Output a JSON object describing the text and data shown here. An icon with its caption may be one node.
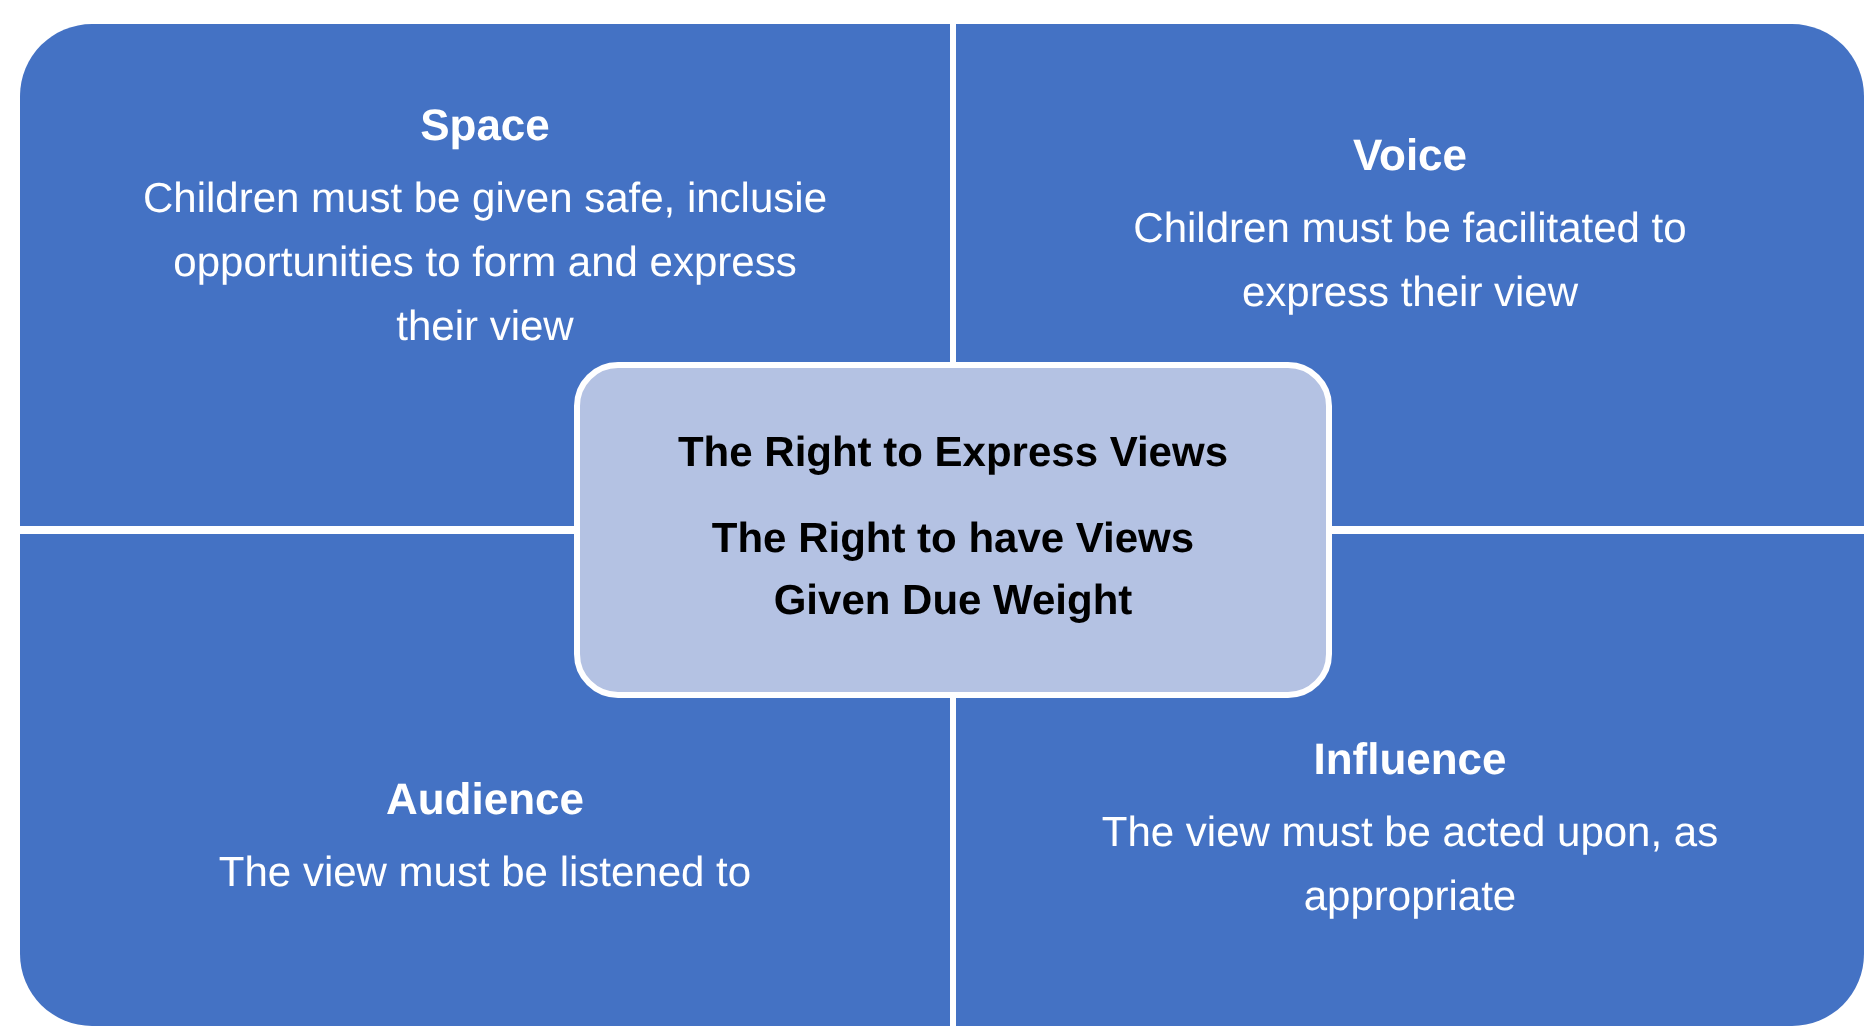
{
  "diagram": {
    "nodes": [
      {
        "text": [
          "Space",
          "Children must be given safe, inclusie opportunities to form and express their view"
        ]
      },
      {
        "text": [
          "Voice",
          "Children must be facilitated to express their view"
        ]
      },
      {
        "text": [
          "Audience",
          "The view must be listened to"
        ]
      },
      {
        "text": [
          "Influence",
          "The view must be acted upon, as appropriate"
        ]
      },
      {
        "text": [
          "The Right to Express Views",
          "The Right to have Views Given Due Weight"
        ]
      }
    ]
  }
}
